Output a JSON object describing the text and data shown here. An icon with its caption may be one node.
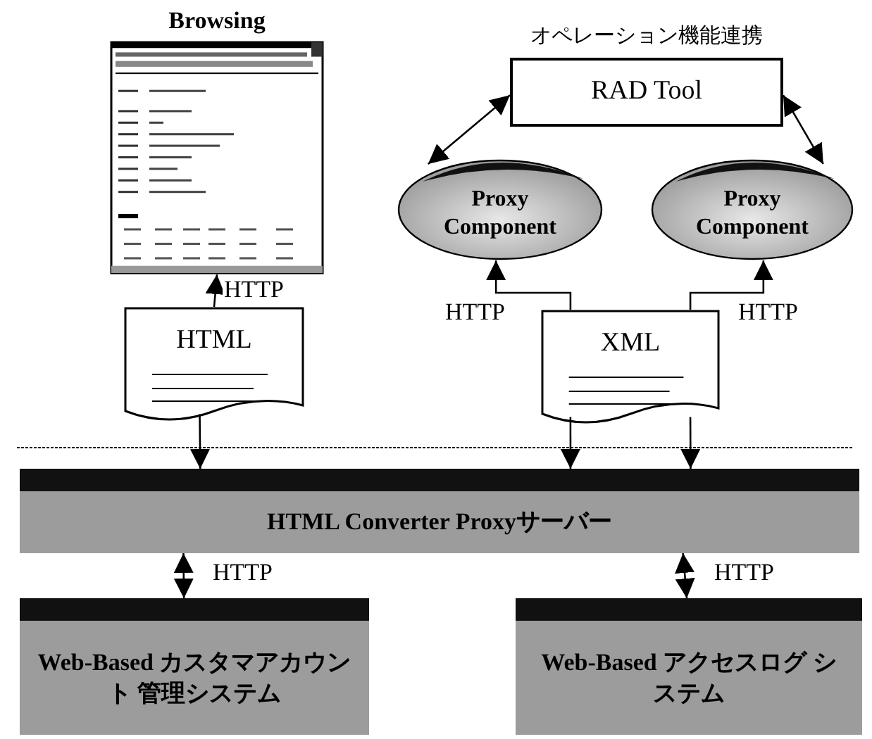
{
  "diagram": {
    "nodes": [
      {
        "text": [
          "Browsing"
        ]
      },
      {
        "text": [
          "オペレーション機能連携",
          "RAD Tool"
        ]
      },
      {
        "text": [
          "Proxy Component"
        ]
      },
      {
        "text": [
          "Proxy Component"
        ]
      },
      {
        "text": [
          "HTML"
        ]
      },
      {
        "text": [
          "XML"
        ]
      },
      {
        "text": [
          "HTML Converter Proxyサーバー"
        ]
      },
      {
        "text": [
          "Web-Based カスタマアカウント 管理システム"
        ]
      },
      {
        "text": [
          "Web-Based アクセスログ システム"
        ]
      }
    ],
    "edges": [
      {
        "from": 4,
        "to": 0,
        "arrow": "to",
        "label": "HTTP"
      },
      {
        "from": 1,
        "to": 2,
        "arrow": "both"
      },
      {
        "from": 1,
        "to": 3,
        "arrow": "both"
      },
      {
        "from": 5,
        "to": 2,
        "arrow": "to",
        "label": "HTTP"
      },
      {
        "from": 5,
        "to": 3,
        "arrow": "to",
        "label": "HTTP"
      },
      {
        "from": 4,
        "to": 6,
        "arrow": "to"
      },
      {
        "from": 5,
        "to": 6,
        "arrow": "to"
      },
      {
        "from": 5,
        "to": 6,
        "arrow": "to"
      },
      {
        "from": 6,
        "to": 7,
        "arrow": "both",
        "label": "HTTP"
      },
      {
        "from": 6,
        "to": 8,
        "arrow": "both",
        "label": "HTTP"
      }
    ]
  }
}
